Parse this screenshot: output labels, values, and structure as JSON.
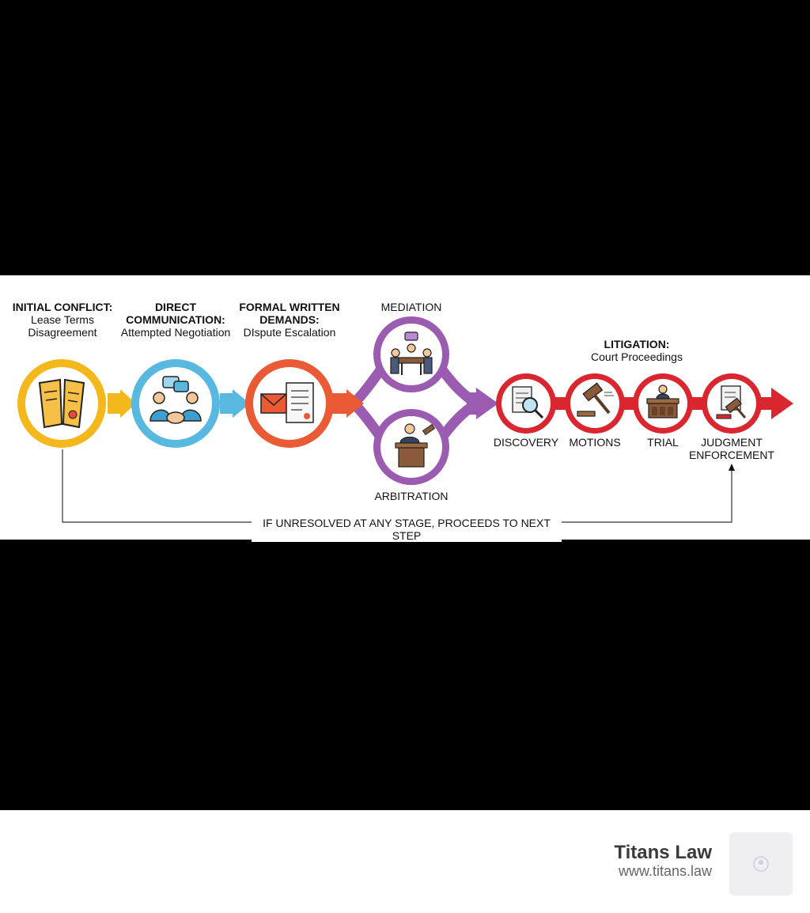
{
  "stages": [
    {
      "title": "INITIAL CONFLICT:",
      "subtitle": "Lease Terms Disagreement",
      "color": "#f4b81c"
    },
    {
      "title": "DIRECT COMMUNICATION:",
      "subtitle": "Attempted Negotiation",
      "color": "#58b8e0"
    },
    {
      "title": "FORMAL WRITTEN DEMANDS:",
      "subtitle": "DIspute Escalation",
      "color": "#ea5a35"
    }
  ],
  "adr": {
    "mediation": "MEDIATION",
    "arbitration": "ARBITRATION",
    "color": "#9b5bb0"
  },
  "litigation": {
    "title": "LITIGATION:",
    "subtitle": "Court Proceedings",
    "color": "#d9262f",
    "steps": [
      "DISCOVERY",
      "MOTIONS",
      "TRIAL",
      "JUDGMENT ENFORCEMENT"
    ]
  },
  "feedback": "IF UNRESOLVED AT ANY STAGE, PROCEEDS TO NEXT STEP",
  "brand": {
    "name": "Titans Law",
    "url": "www.titans.law"
  },
  "icons": [
    "torn-document-icon",
    "handshake-chat-icon",
    "letter-document-icon",
    "mediation-table-icon",
    "arbitration-podium-icon",
    "magnifier-document-icon",
    "gavel-icon",
    "courtroom-icon",
    "judgment-gavel-icon"
  ]
}
